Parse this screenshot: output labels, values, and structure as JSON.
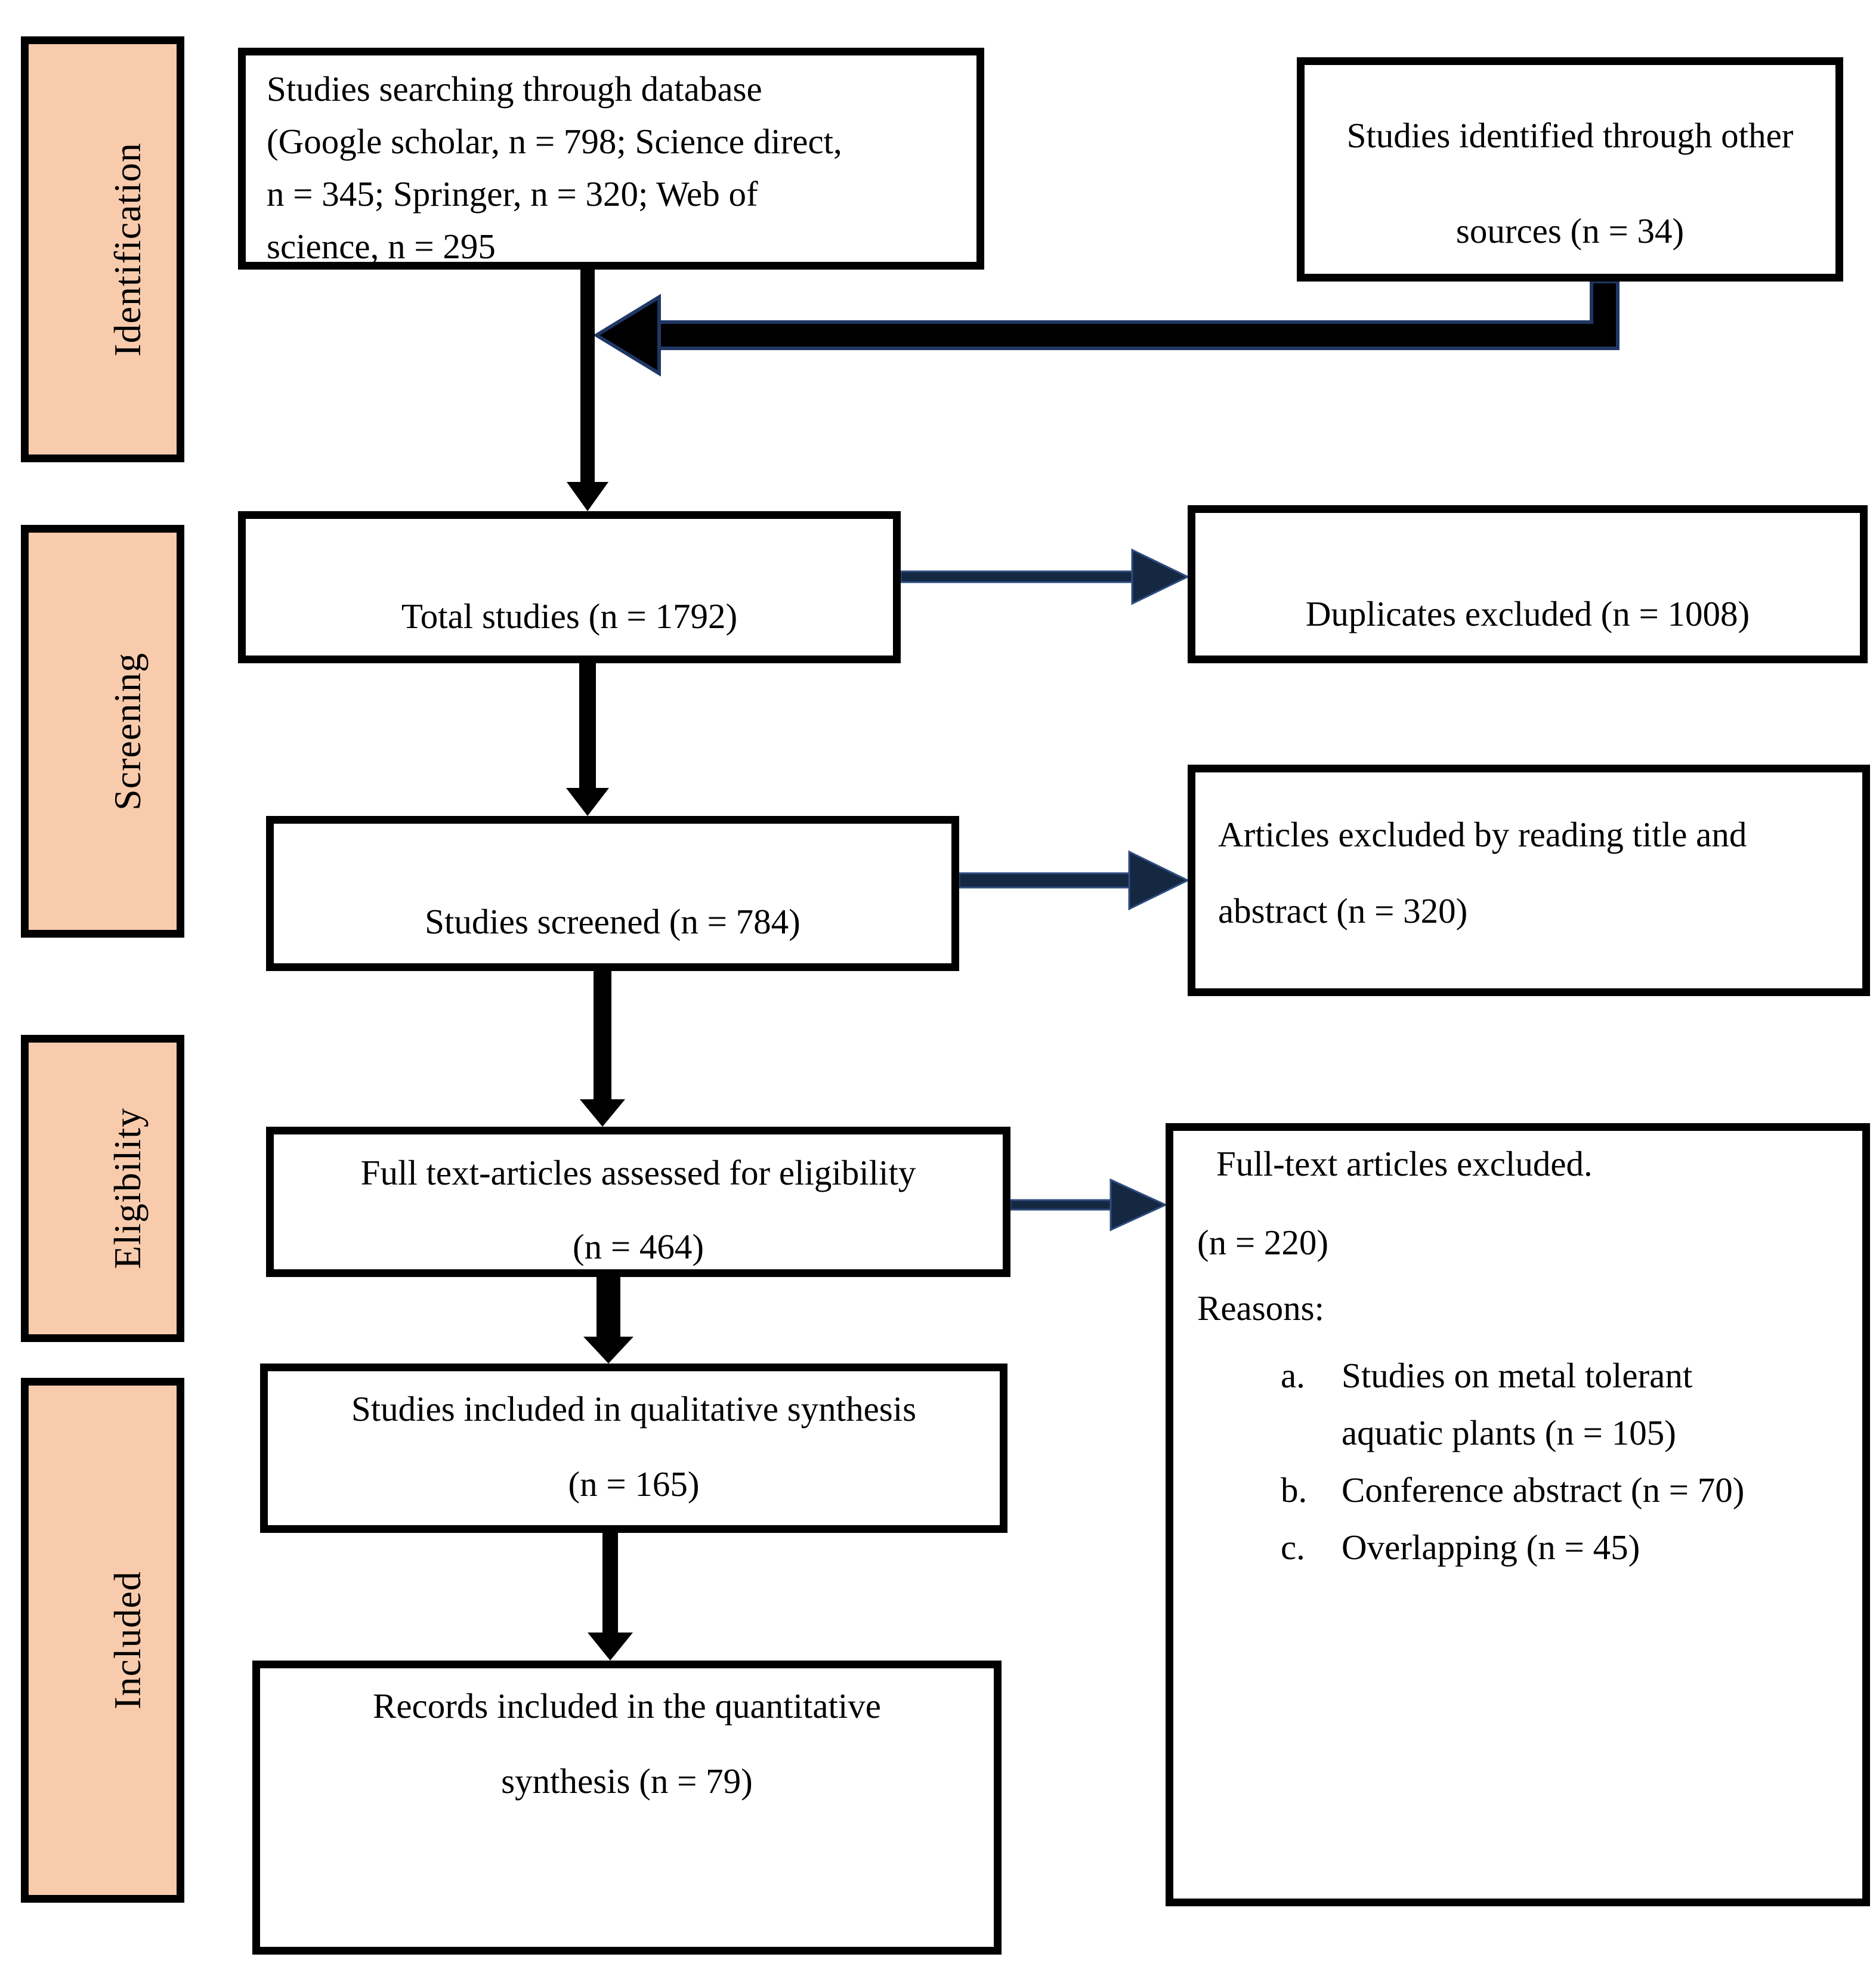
{
  "stages": [
    {
      "label": "Identification"
    },
    {
      "label": "Screening"
    },
    {
      "label": "Eligibility"
    },
    {
      "label": "Included"
    }
  ],
  "flow": {
    "database_search": {
      "lines": [
        "Studies searching through database",
        "(Google scholar, n = 798; Science direct,",
        "n = 345; Springer, n = 320; Web of",
        "science, n = 295"
      ]
    },
    "other_sources": {
      "lines": [
        "Studies identified through other",
        "sources (n = 34)"
      ]
    },
    "total_studies": {
      "label": "Total studies (n = 1792)"
    },
    "duplicates_excluded": {
      "label": "Duplicates excluded (n = 1008)"
    },
    "studies_screened": {
      "label": "Studies screened (n = 784)"
    },
    "title_abstract_excluded": {
      "lines": [
        "Articles excluded by reading title and",
        "abstract (n = 320)"
      ]
    },
    "fulltext_assessed": {
      "lines": [
        "Full text-articles assessed for eligibility",
        "(n = 464)"
      ]
    },
    "fulltext_excluded": {
      "heading": "Full-text articles excluded.",
      "count": "(n = 220)",
      "reasons_label": "Reasons:",
      "reasons": [
        {
          "marker": "a.",
          "lines": [
            "Studies on metal tolerant",
            "aquatic plants (n = 105)"
          ]
        },
        {
          "marker": "b.",
          "lines": [
            "Conference abstract (n = 70)"
          ]
        },
        {
          "marker": "c.",
          "lines": [
            "Overlapping (n = 45)"
          ]
        }
      ]
    },
    "qualitative": {
      "lines": [
        "Studies included in qualitative synthesis",
        "(n = 165)"
      ]
    },
    "quantitative": {
      "lines": [
        "Records included in the quantitative",
        "synthesis (n = 79)"
      ]
    }
  },
  "colors": {
    "stage_fill": "#F8CBAD",
    "border": "#000000",
    "arrow_black": "#000000",
    "arrow_navy": "#1F3864"
  }
}
